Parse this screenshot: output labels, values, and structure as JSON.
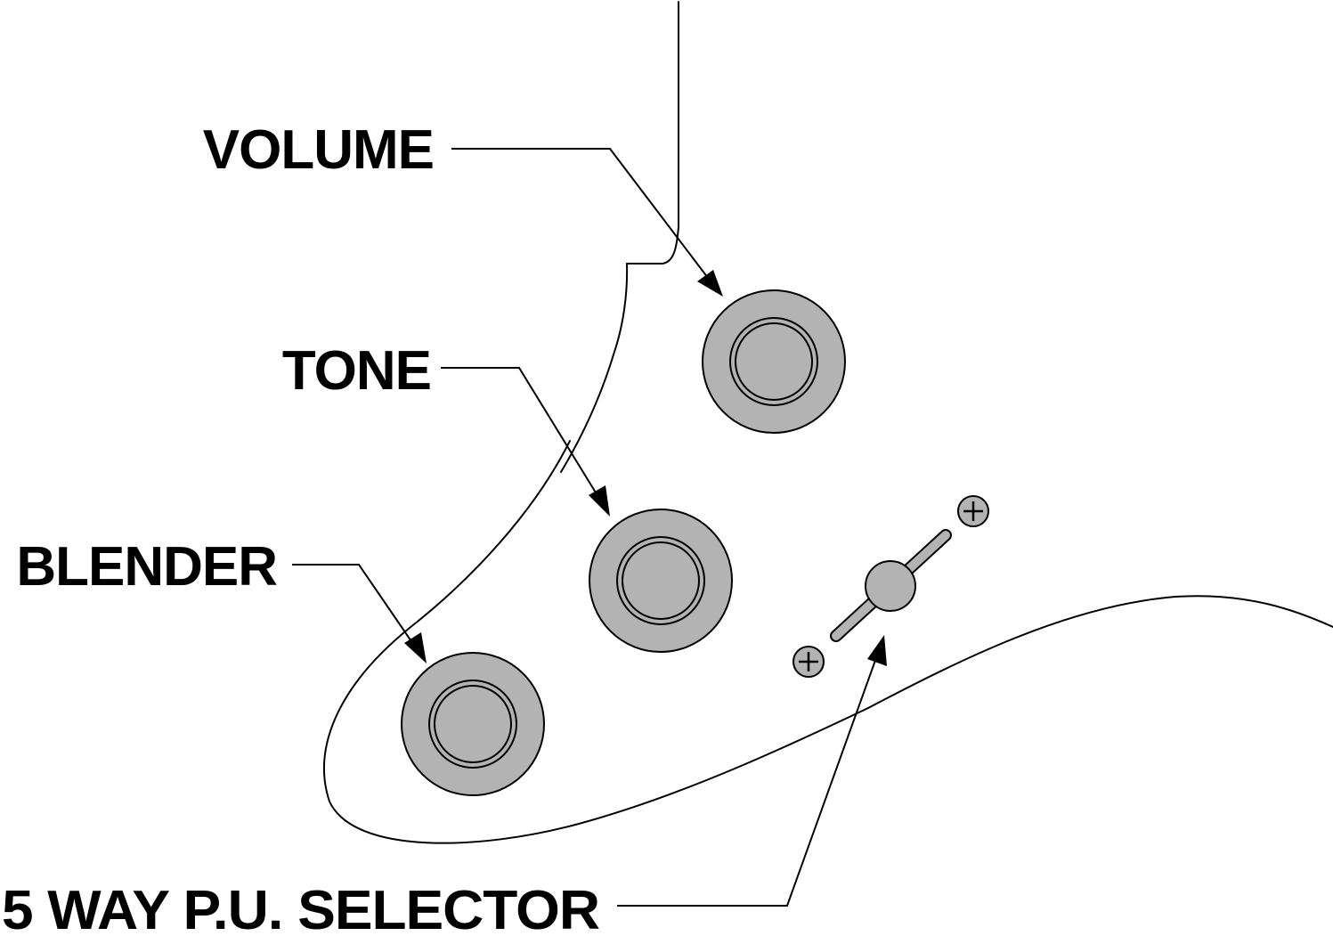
{
  "labels": {
    "volume": "VOLUME",
    "tone": "TONE",
    "blender": "BLENDER",
    "selector": "5 WAY P.U. SELECTOR"
  },
  "colors": {
    "knob_fill": "#b3b3b3",
    "outline": "#000000",
    "background": "#ffffff"
  },
  "knobs": [
    {
      "id": "volume",
      "label_key": "volume"
    },
    {
      "id": "tone",
      "label_key": "tone"
    },
    {
      "id": "blender",
      "label_key": "blender"
    }
  ],
  "switch": {
    "type": "5-way pickup selector",
    "screws": 2
  }
}
